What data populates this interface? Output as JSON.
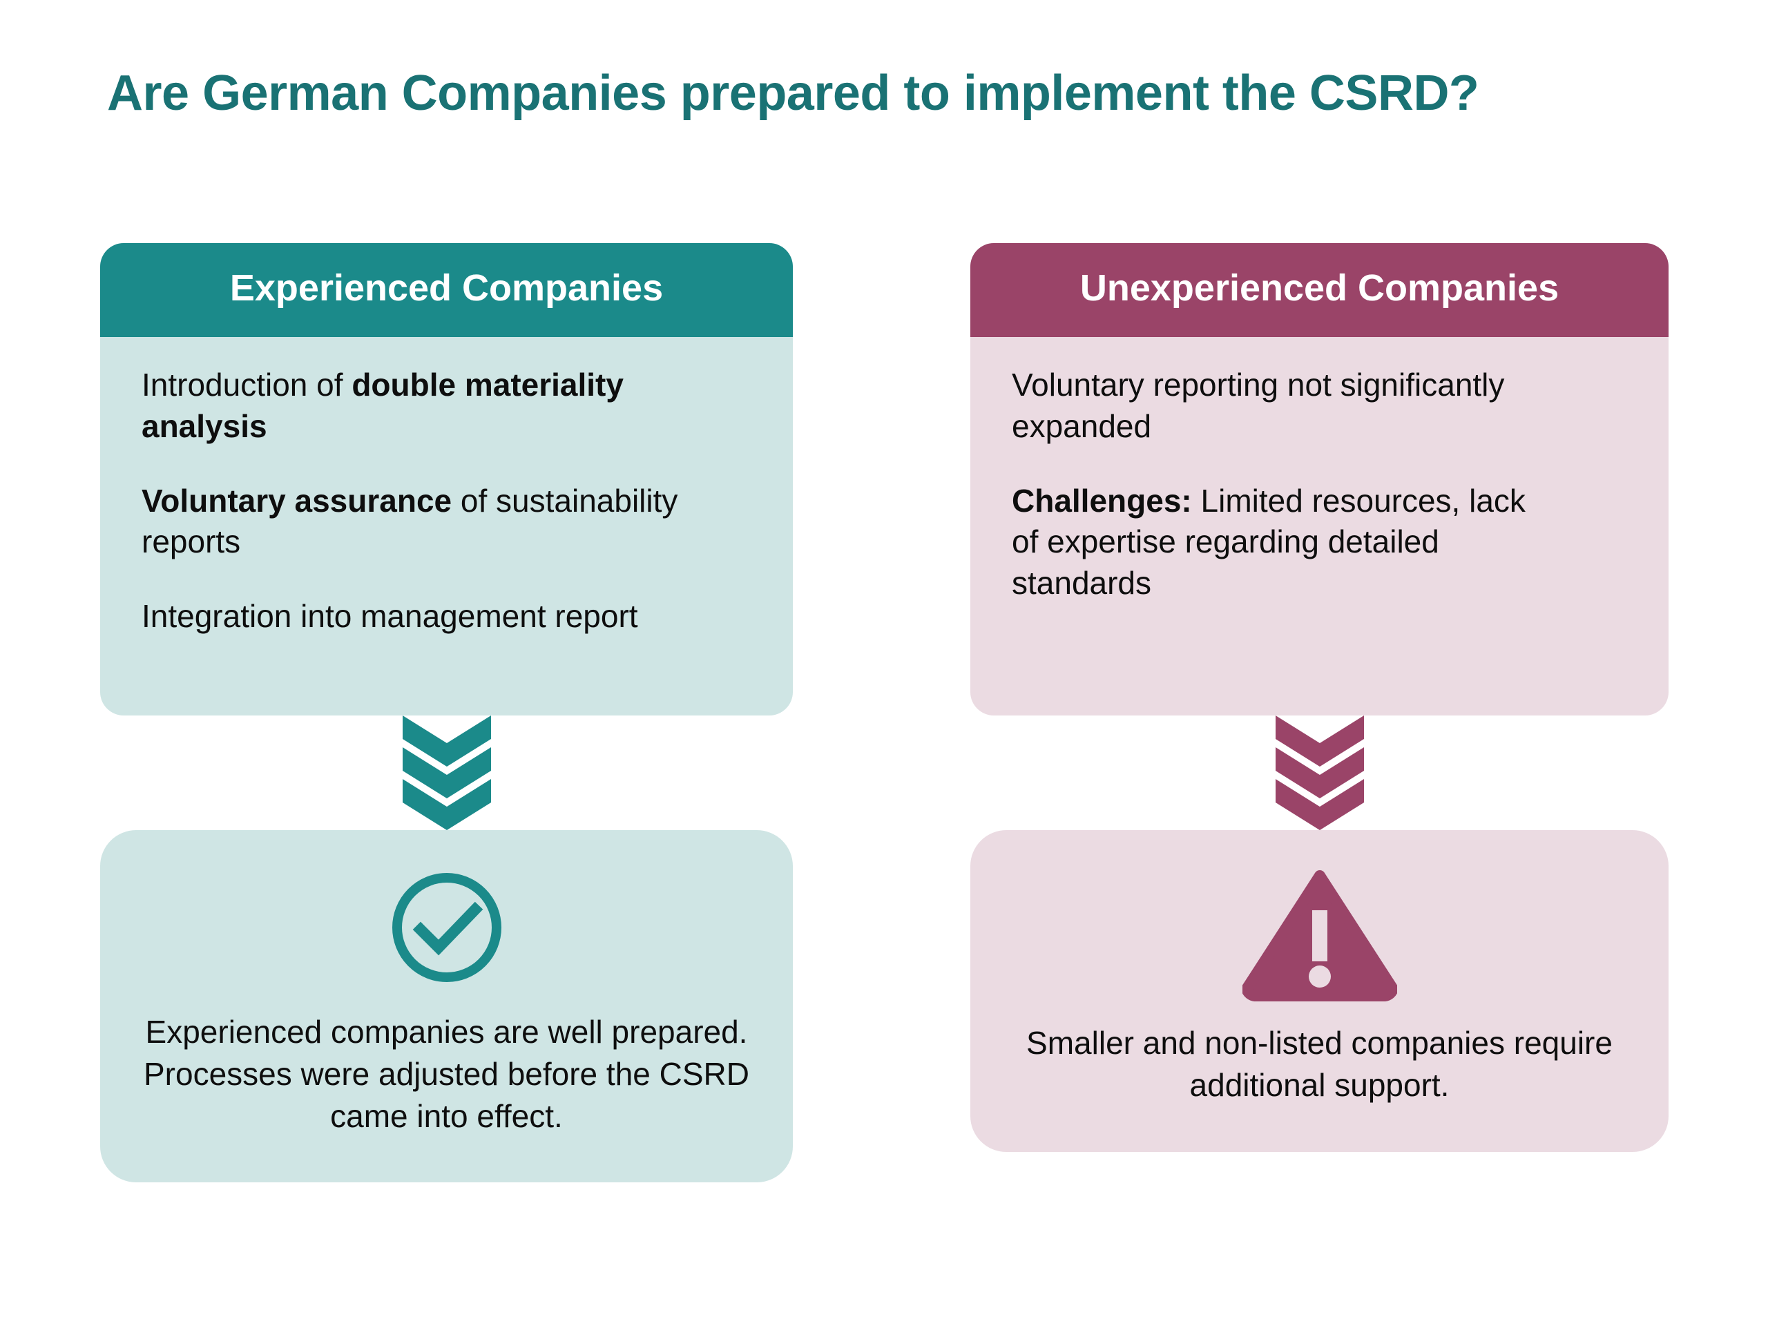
{
  "title": "Are German Companies prepared to implement the CSRD?",
  "colors": {
    "title": "#1A7274",
    "experienced_header_bg": "#1B8A8A",
    "experienced_body_bg": "#CFE5E4",
    "unexperienced_header_bg": "#9A4468",
    "unexperienced_body_bg": "#EBDBE2",
    "page_bg": "#FFFFFF",
    "text": "#0E0E0E"
  },
  "columns": [
    {
      "key": "experienced",
      "header": "Experienced Companies",
      "bullets": [
        {
          "lead": "Introduction of ",
          "strong": "double materiality analysis",
          "trail": ""
        },
        {
          "lead": "",
          "strong": "Voluntary assurance",
          "trail": " of sustainability reports"
        },
        {
          "lead": "Integration into management report",
          "strong": "",
          "trail": ""
        }
      ],
      "connector_icon": "chevron-double-down-icon",
      "status_icon": "check-circle-icon",
      "conclusion": "Experienced companies are well prepared. Processes were adjusted before the CSRD came into effect."
    },
    {
      "key": "unexperienced",
      "header": "Unexperienced Companies",
      "bullets": [
        {
          "lead": "Voluntary reporting not significantly expanded",
          "strong": "",
          "trail": ""
        },
        {
          "lead": "",
          "strong": "Challenges:",
          "trail": " Limited resources, lack of expertise regarding detailed standards"
        }
      ],
      "connector_icon": "chevron-double-down-icon",
      "status_icon": "warning-triangle-icon",
      "conclusion": "Smaller and non-listed companies require additional support."
    }
  ]
}
